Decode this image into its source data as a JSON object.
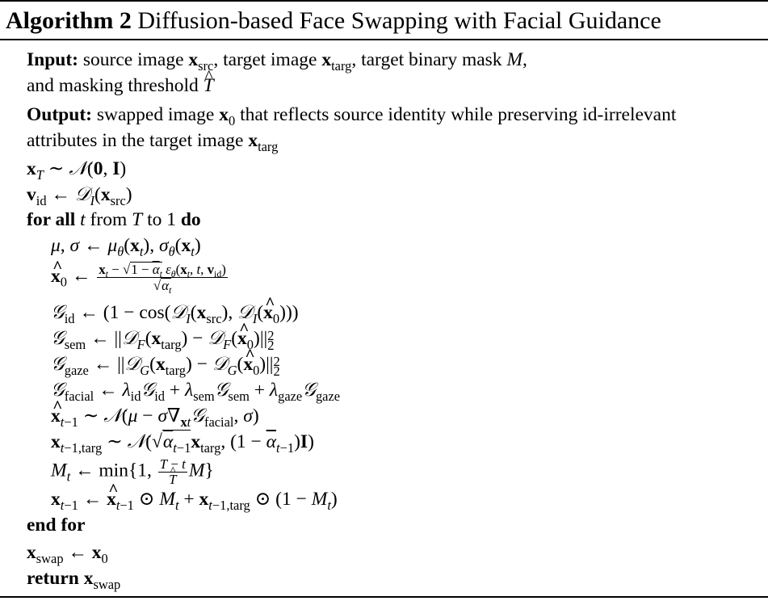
{
  "algorithm": {
    "label": "Algorithm 2",
    "title": "Diffusion-based Face Swapping with Facial Guidance"
  },
  "input": {
    "keyword": "Input:",
    "line1": "source image x_src, target image x_targ, target binary mask M,",
    "line2": "and masking threshold T̂"
  },
  "output": {
    "keyword": "Output:",
    "line1": "swapped image x_0 that reflects source identity while preserving id-irrelevant",
    "line2": "attributes in the target image x_targ"
  },
  "keywords": {
    "for_all": "for all",
    "from": "from",
    "to": "to",
    "one": "1",
    "do": "do",
    "end_for": "end for",
    "return": "return"
  },
  "steps": {
    "init_x": "x_T ∼ 𝒩(0, I)",
    "init_v": "v_id ← 𝒟_I(x_src)",
    "loop": "for all t from T to 1 do",
    "mu_sigma": "μ, σ ← μ_θ(x_t), σ_θ(x_t)",
    "x0_hat": "x̂_0 ← (x_t − √(1−ᾱ_t) ε_θ(x_t, t, v_id)) / √ᾱ_t",
    "g_id": "𝒢_id ← (1 − cos(𝒟_I(x_src), 𝒟_I(x̂_0)))",
    "g_sem": "𝒢_sem ← ||𝒟_F(x_targ) − 𝒟_F(x̂_0)||²_2",
    "g_gaze": "𝒢_gaze ← ||𝒟_G(x_targ) − 𝒟_G(x̂_0)||²_2",
    "g_facial": "𝒢_facial ← λ_id𝒢_id + λ_sem𝒢_sem + λ_gaze𝒢_gaze",
    "x_hat_t1": "x̂_{t−1} ∼ 𝒩(μ − σ∇_{x_t}𝒢_facial, σ)",
    "x_t1_targ": "x_{t−1,targ} ∼ 𝒩(√ᾱ_{t−1} x_targ, (1 − ᾱ_{t−1})I)",
    "m_t": "M_t ← min{1, (T−t)/T̂ M}",
    "x_t1": "x_{t−1} ← x̂_{t−1} ⊙ M_t + x_{t−1,targ} ⊙ (1 − M_t)",
    "end_for": "end for",
    "swap": "x_swap ← x_0",
    "return": "return x_swap"
  }
}
